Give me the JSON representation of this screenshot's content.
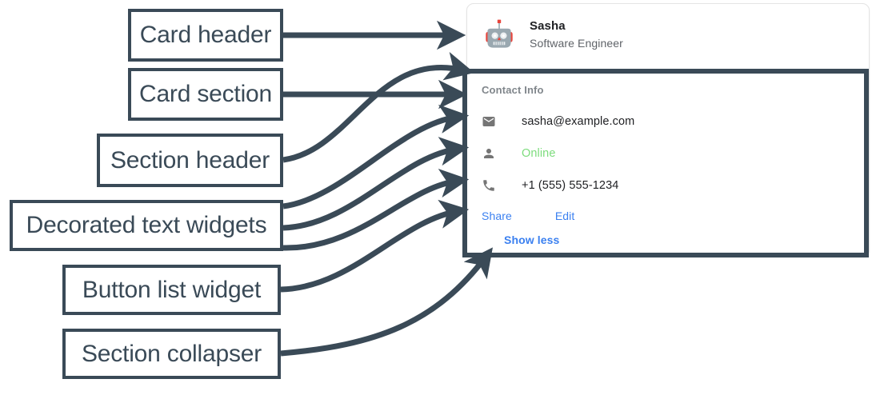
{
  "annotations": {
    "card_header": "Card header",
    "card_section": "Card section",
    "section_header": "Section header",
    "decorated_text_widgets": "Decorated text widgets",
    "button_list_widget": "Button list widget",
    "section_collapser": "Section collapser"
  },
  "card": {
    "header": {
      "avatar_icon": "robot-avatar-icon",
      "title": "Sasha",
      "subtitle": "Software Engineer"
    },
    "section": {
      "header": "Contact Info",
      "rows": [
        {
          "icon": "email-icon",
          "text": "sasha@example.com",
          "style": "default"
        },
        {
          "icon": "person-icon",
          "text": "Online",
          "style": "online"
        },
        {
          "icon": "phone-icon",
          "text": "+1 (555) 555-1234",
          "style": "default"
        }
      ],
      "buttons": [
        {
          "label": "Share"
        },
        {
          "label": "Edit"
        }
      ],
      "collapser": "Show less"
    }
  },
  "colors": {
    "annotation_stroke": "#3a4a57",
    "link_blue": "#3b80f0",
    "status_green": "#7ddc7d",
    "muted_text": "#5f6368",
    "section_header_text": "#80868b",
    "primary_text": "#202124",
    "icon_grey": "#757575",
    "card_border": "#e4e4e4"
  }
}
